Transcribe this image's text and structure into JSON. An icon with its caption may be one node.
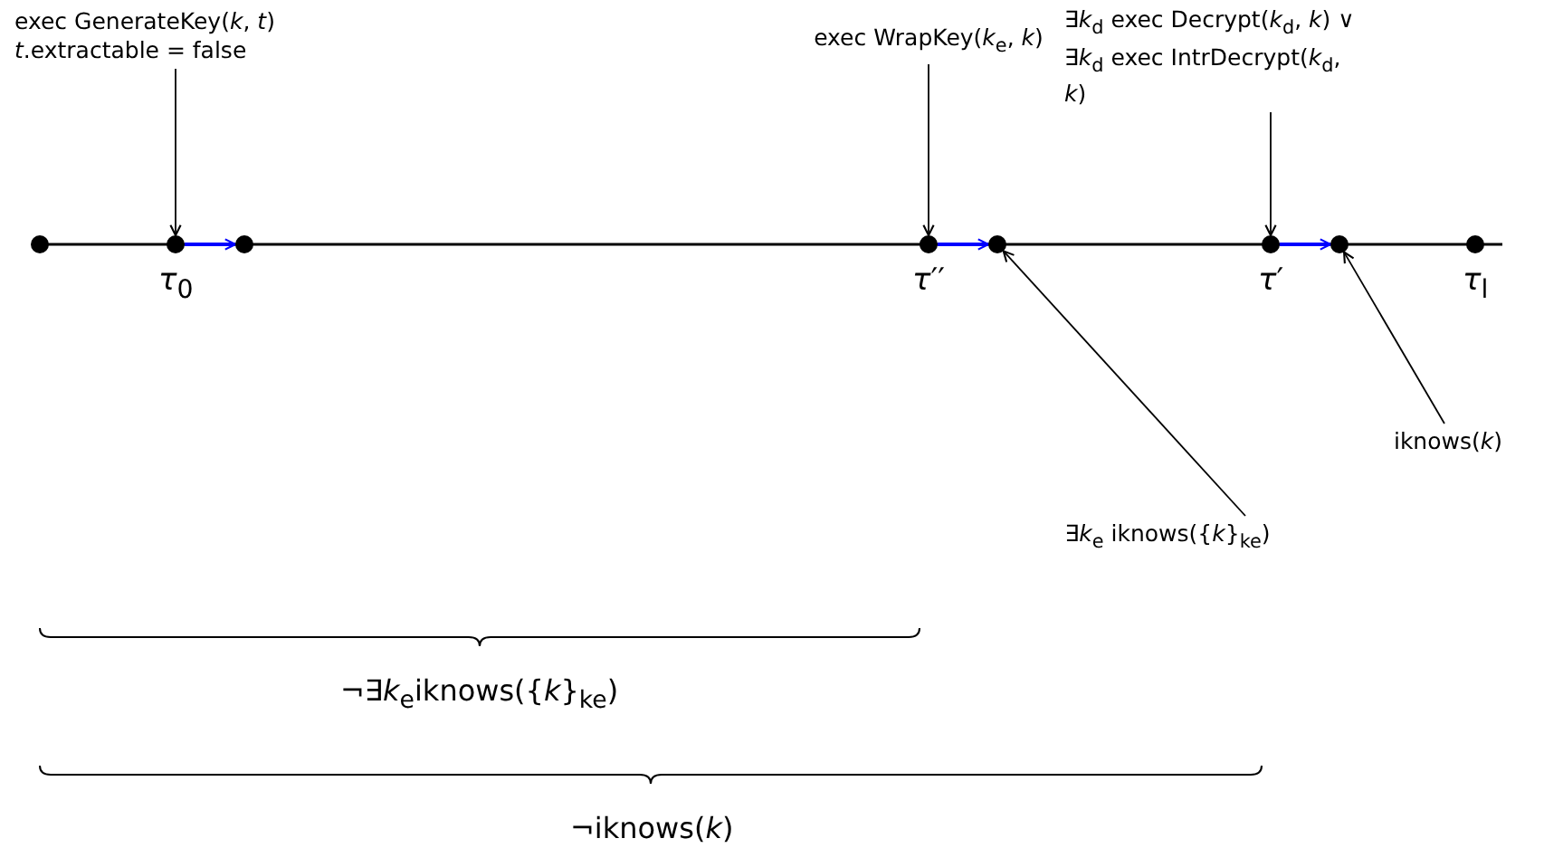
{
  "diagram": {
    "nodes": [
      {
        "text": [
          "exec GenerateKey(*k*, *t*) *t*.extractable = false"
        ]
      },
      {
        "text": [
          "exec WrapKey(*k*$_{e}$, *k*)"
        ]
      },
      {
        "text": [
          "∃*k*$_{d}$ exec Decrypt(*k*$_{d}$, *k*) ∨ ∃*k*$_{d}$ exec IntrDecrypt(*k*$_{d}$, *k*)"
        ]
      },
      {
        "text": [],
        "shape": "circle"
      },
      {
        "text": [],
        "shape": "circle",
        "beside": [
          "*τ*$_{0}$"
        ]
      },
      {
        "text": [],
        "shape": "circle"
      },
      {
        "text": [],
        "shape": "circle",
        "beside": [
          "*τ*′′"
        ]
      },
      {
        "text": [],
        "shape": "circle"
      },
      {
        "text": [],
        "shape": "circle",
        "beside": [
          "*τ*′"
        ]
      },
      {
        "text": [],
        "shape": "circle"
      },
      {
        "text": [],
        "shape": "circle",
        "beside": [
          "*τ*$_{l}$"
        ]
      },
      {
        "text": [
          "iknows(*k*)"
        ]
      },
      {
        "text": [
          "∃*k*$_{e}$ iknows({*k*}$_{ke}$)"
        ]
      }
    ],
    "edges": [
      {
        "from": 0,
        "to": 4,
        "arrow": "to"
      },
      {
        "from": 1,
        "to": 6,
        "arrow": "to"
      },
      {
        "from": 2,
        "to": 8,
        "arrow": "to"
      },
      {
        "from": 4,
        "to": 5,
        "arrow": "to",
        "color": "#0000ff"
      },
      {
        "from": 6,
        "to": 7,
        "arrow": "to",
        "color": "#0000ff"
      },
      {
        "from": 8,
        "to": 9,
        "arrow": "to",
        "color": "#0000ff"
      },
      {
        "from": 11,
        "to": 9,
        "arrow": "to"
      },
      {
        "from": 12,
        "to": 7,
        "arrow": "to"
      }
    ],
    "labels": [
      "¬∃*k*$_{e}$iknows({*k*}$_{ke}$)",
      "¬iknows(*k*)"
    ]
  }
}
